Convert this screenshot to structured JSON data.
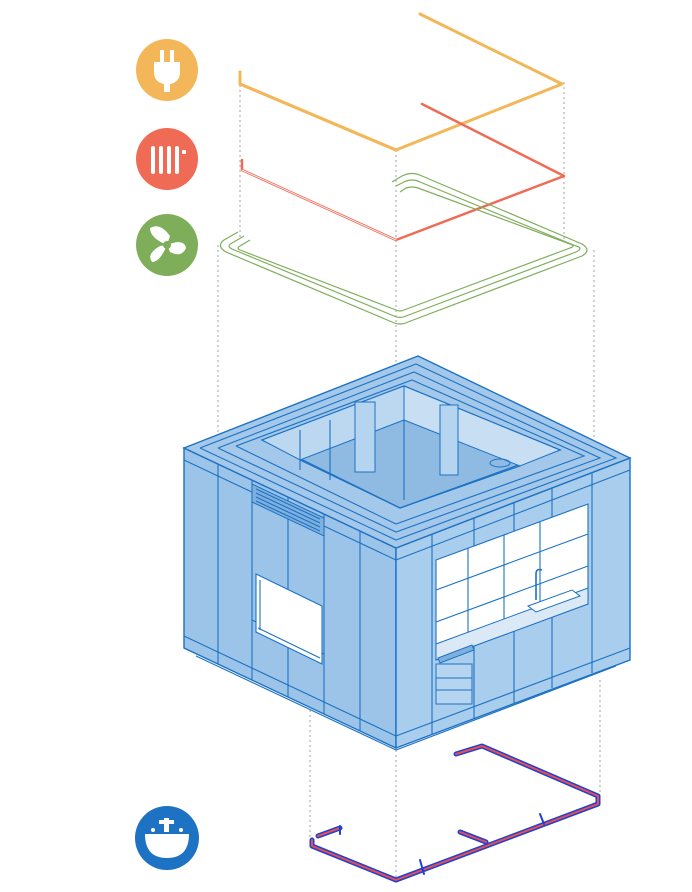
{
  "colors": {
    "electric": "#f3b75a",
    "heating": "#ef6b55",
    "ventilation": "#7fae5b",
    "water": "#1d72c4",
    "cube_fill": "#a8cbea",
    "cube_side": "#98c0e5",
    "cube_stroke": "#1d72c4",
    "pipe_blue": "#1f3fd6",
    "pipe_red": "#e8504a"
  },
  "icons": [
    {
      "name": "electric-plug-icon",
      "system": "electric"
    },
    {
      "name": "radiator-icon",
      "system": "heating"
    },
    {
      "name": "fan-icon",
      "system": "ventilation"
    },
    {
      "name": "water-basin-icon",
      "system": "water"
    }
  ]
}
